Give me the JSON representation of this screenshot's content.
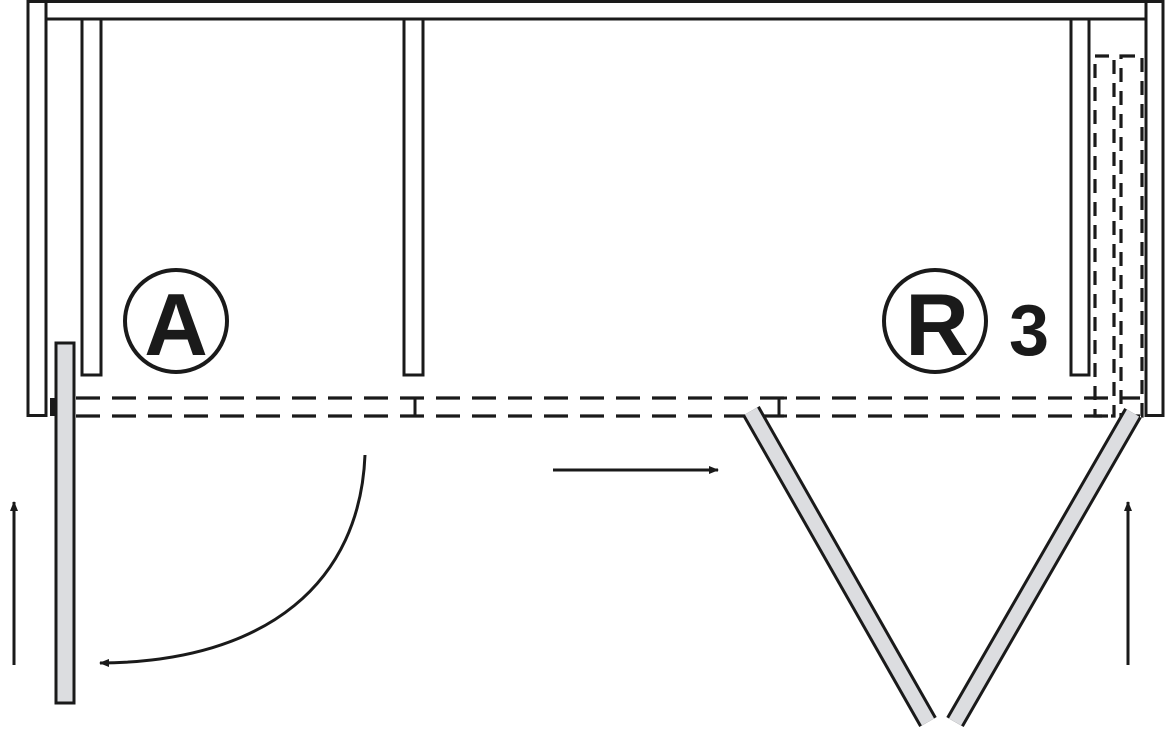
{
  "diagram": {
    "labels": {
      "left_marker": "A",
      "right_marker": "R",
      "right_count": "3"
    },
    "colors": {
      "line": "#1a1a1a",
      "door_fill": "#dcdde0",
      "background": "#ffffff"
    }
  }
}
